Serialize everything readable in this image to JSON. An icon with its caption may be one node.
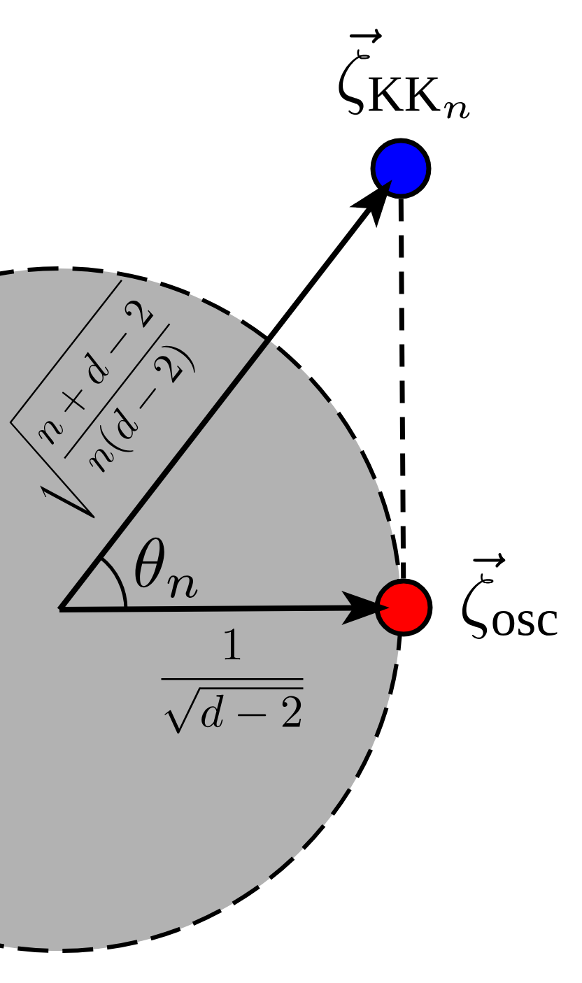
{
  "diagram": {
    "nodes": [
      {
        "text": [],
        "shape": "circle"
      },
      {
        "text": [],
        "shape": "circle",
        "beside": [
          "\\vec{\\zeta}_{\\mathrm{KK}_n}"
        ]
      },
      {
        "text": [],
        "shape": "circle",
        "beside": [
          "\\vec{\\zeta}_{\\mathrm{osc}}"
        ]
      }
    ],
    "edges": [
      {
        "from": 0,
        "to": 1,
        "arrow": "to"
      },
      {
        "from": 0,
        "to": 2,
        "arrow": "to"
      },
      {
        "from": 1,
        "to": 2,
        "arrow": "none",
        "style": "dashed"
      }
    ],
    "labels": [
      "\\theta_n",
      "\\frac{1}{\\sqrt{d-2}}",
      "\\sqrt{\\frac{n+d-2}{n(d-2)}}"
    ]
  }
}
